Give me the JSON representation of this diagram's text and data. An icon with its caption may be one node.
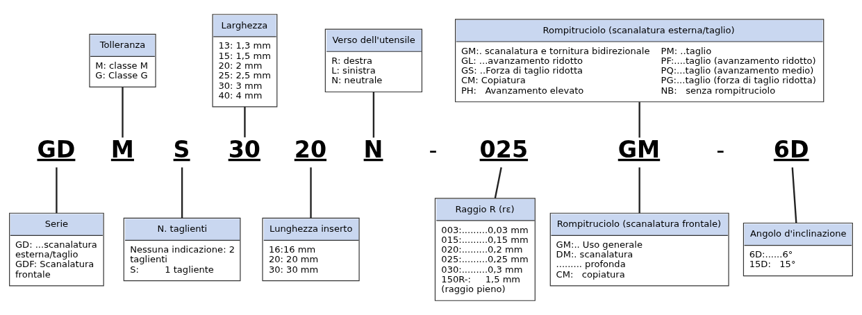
{
  "diagram": {
    "nodes": [
      {
        "text": [
          "Tolleranza",
          "M: classe M",
          "G: Classe G"
        ]
      },
      {
        "text": [
          "Larghezza",
          "13: 1,3 mm",
          "15: 1,5 mm",
          "20: 2 mm",
          "25: 2,5 mm",
          "30: 3 mm",
          "40: 4 mm"
        ]
      },
      {
        "text": [
          "Verso dell'utensile",
          "R: destra",
          "L: sinistra",
          "N: neutrale"
        ]
      },
      {
        "text": [
          "Rompitruciolo (scanalatura esterna/taglio)",
          "GM:. scanalatura e tornitura bidirezionale",
          "PM: ..taglio",
          "GL: ...avanzamento ridotto",
          "PF:....taglio (avanzamento ridotto)",
          "GS: ..Forza di taglio ridotta",
          "PQ:...taglio (avanzamento medio)",
          "CM: Copiatura",
          "PG:...taglio (forza di taglio ridotta)",
          "PH:   Avanzamento elevato",
          "NB:   senza rompitruciolo"
        ]
      },
      {
        "text": [
          "GD"
        ]
      },
      {
        "text": [
          "M"
        ]
      },
      {
        "text": [
          "S"
        ]
      },
      {
        "text": [
          "30"
        ]
      },
      {
        "text": [
          "20"
        ]
      },
      {
        "text": [
          "N"
        ]
      },
      {
        "text": [
          "025"
        ]
      },
      {
        "text": [
          "GM"
        ]
      },
      {
        "text": [
          "6D"
        ]
      },
      {
        "text": [
          "Serie",
          "GD: ...scanalatura esterna/taglio",
          "GDF: Scanalatura frontale"
        ]
      },
      {
        "text": [
          "N. taglienti",
          "Nessuna indicazione: 2 taglienti",
          "S:         1 tagliente"
        ]
      },
      {
        "text": [
          "Lunghezza inserto",
          "16:16 mm",
          "20: 20 mm",
          "30: 30 mm"
        ]
      },
      {
        "text": [
          "Raggio R (rε)",
          "003:.........0,03 mm",
          "015:.........0,15 mm",
          "020:.........0,2 mm",
          "025:.........0,25 mm",
          "030:.........0,3 mm",
          "150R-:     1,5 mm (raggio pieno)"
        ]
      },
      {
        "text": [
          "Rompitruciolo (scanalatura frontale)",
          "GM:.. Uso generale",
          "DM:. scanalatura ......... profonda",
          "CM:   copiatura"
        ]
      },
      {
        "text": [
          "Angolo d'inclinazione",
          "6D:......6°",
          "15D:   15°"
        ]
      }
    ],
    "edges": [
      {
        "from": 0,
        "to": 5,
        "arrow": "none"
      },
      {
        "from": 1,
        "to": 7,
        "arrow": "none"
      },
      {
        "from": 2,
        "to": 9,
        "arrow": "none"
      },
      {
        "from": 3,
        "to": 11,
        "arrow": "none"
      },
      {
        "from": 4,
        "to": 13,
        "arrow": "none"
      },
      {
        "from": 6,
        "to": 14,
        "arrow": "none"
      },
      {
        "from": 8,
        "to": 15,
        "arrow": "none"
      },
      {
        "from": 10,
        "to": 16,
        "arrow": "none"
      },
      {
        "from": 11,
        "to": 17,
        "arrow": "none"
      },
      {
        "from": 12,
        "to": 18,
        "arrow": "none"
      }
    ],
    "labels": [
      "-",
      "-"
    ]
  }
}
